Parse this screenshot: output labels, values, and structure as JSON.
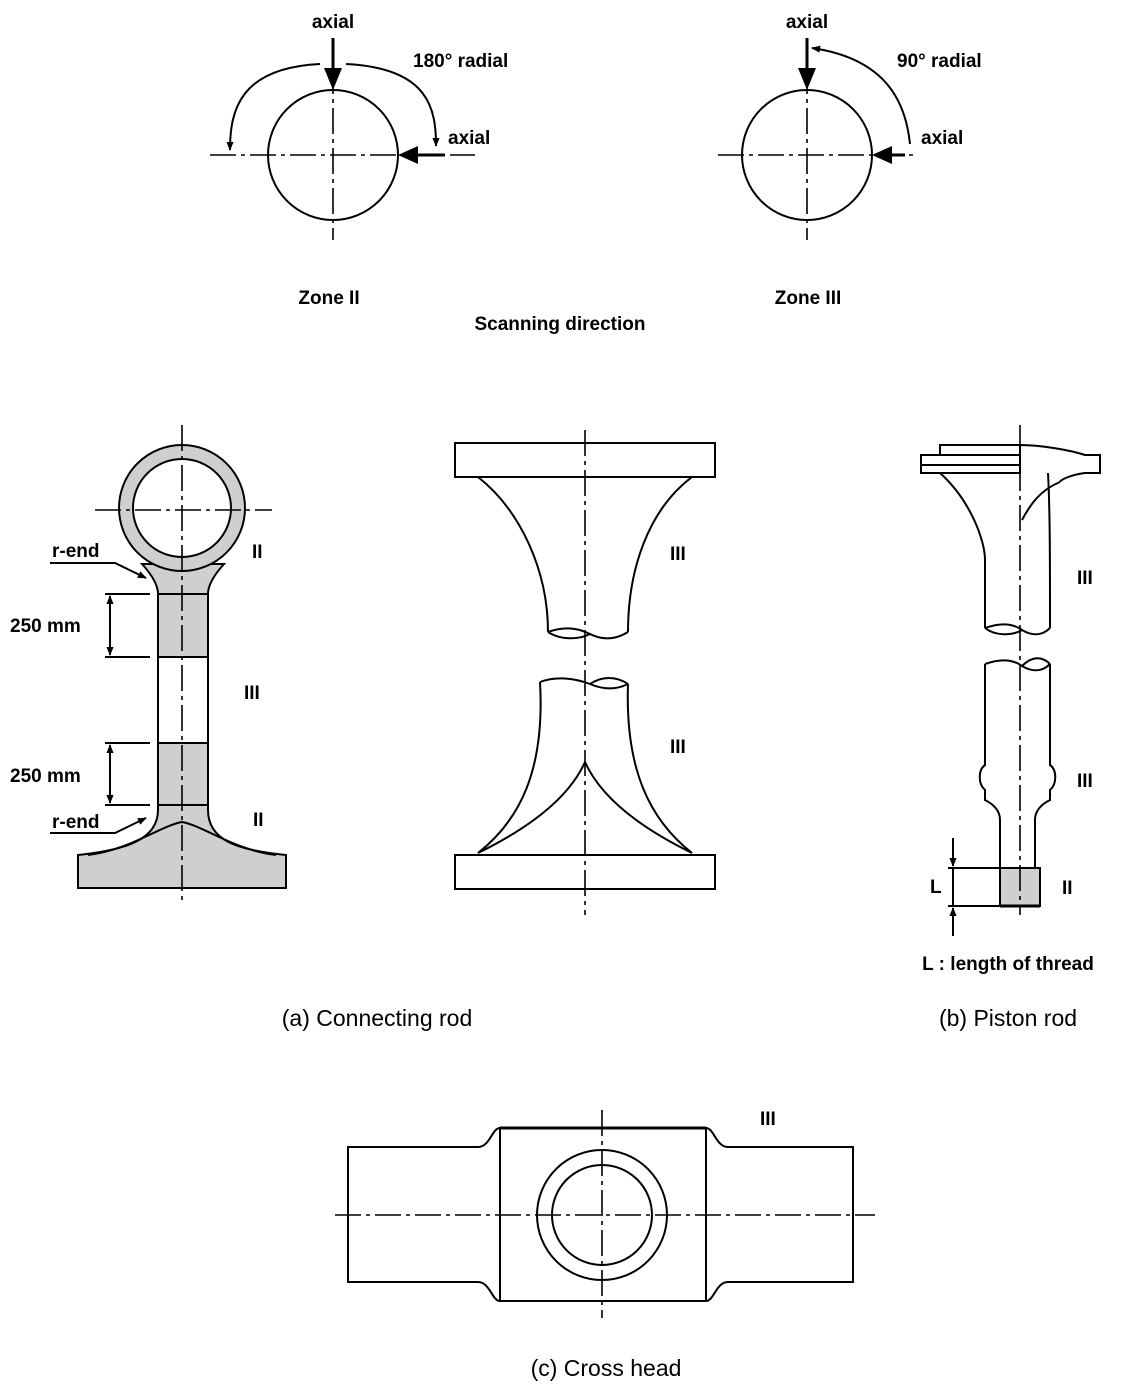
{
  "scanning": {
    "zone2": {
      "axial_top": "axial",
      "radial": "180° radial",
      "axial_side": "axial",
      "zone": "Zone II"
    },
    "zone3": {
      "axial_top": "axial",
      "radial": "90° radial",
      "axial_side": "axial",
      "zone": "Zone III"
    },
    "caption": "Scanning direction"
  },
  "connecting_rod": {
    "r_end_top": "r-end",
    "r_end_bottom": "r-end",
    "dim_top": "250 mm",
    "dim_bottom": "250 mm",
    "zone_eye": "II",
    "zone_shank": "III",
    "zone_foot": "II",
    "zone_upper": "III",
    "zone_lower": "III",
    "caption": "(a) Connecting rod"
  },
  "piston_rod": {
    "zone_upper": "III",
    "zone_lower": "III",
    "zone_thread": "II",
    "thread_symbol": "L",
    "thread_note": "L : length of thread",
    "caption": "(b) Piston rod"
  },
  "cross_head": {
    "zone": "III",
    "caption": "(c) Cross head"
  },
  "colors": {
    "shading": "#cfcfcf",
    "line": "#000000",
    "background": "#ffffff"
  }
}
